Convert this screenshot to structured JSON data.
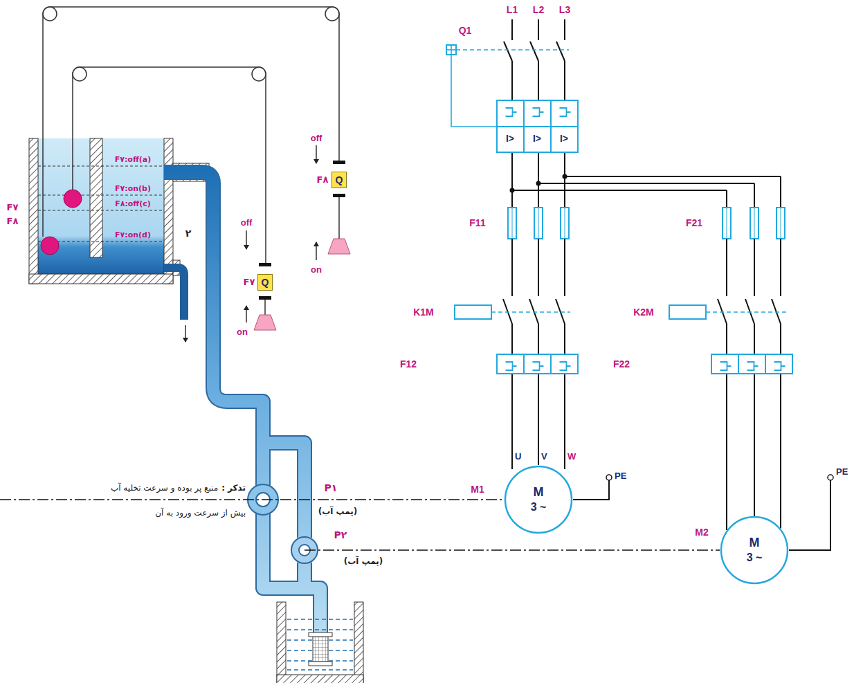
{
  "diagram": {
    "nodes": [
      {
        "text": [
          "Q"
        ]
      },
      {
        "text": [
          "Q"
        ]
      },
      {
        "text": [
          "M",
          "3 ~"
        ]
      },
      {
        "text": [
          "M",
          "3 ~"
        ]
      }
    ],
    "labels": [
      "L1",
      "L2",
      "L3",
      "Q1",
      "I>",
      "I>",
      "I>",
      "F11",
      "F21",
      "K1M",
      "K2M",
      "F12",
      "F22",
      "U",
      "V",
      "W",
      "PE",
      "M1",
      "M2",
      "PE",
      "F۷:off(a)",
      "F۷:on(b)",
      "F۸:off(c)",
      "F۷:on(d)",
      "F۷",
      "F۸",
      "۲",
      "off",
      "on",
      "F۷",
      "off",
      "on",
      "F۸",
      "P۱",
      "(پمپ آب)",
      "P۲",
      "(پمپ آب)",
      "تذکر :",
      "منبع پر بوده و سرعت تخلیه آب",
      "بیش از سرعت ورود به آن"
    ]
  }
}
